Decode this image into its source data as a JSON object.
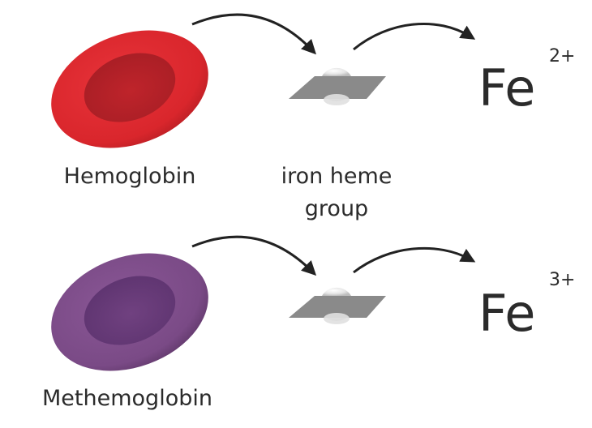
{
  "rows": [
    {
      "cell_label": "Hemoglobin",
      "cell_color": "#d9262c",
      "cell_inner_color": "#b8232a",
      "heme_label_line1": "iron heme",
      "heme_label_line2": "group",
      "element": "Fe",
      "charge": "2+"
    },
    {
      "cell_label": "Methemoglobin",
      "cell_color": "#7a4a86",
      "cell_inner_color": "#6a3c76",
      "element": "Fe",
      "charge": "3+"
    }
  ],
  "colors": {
    "arrow": "#222222",
    "heme_plate": "#8a8a8a",
    "text": "#2b2b2b"
  }
}
